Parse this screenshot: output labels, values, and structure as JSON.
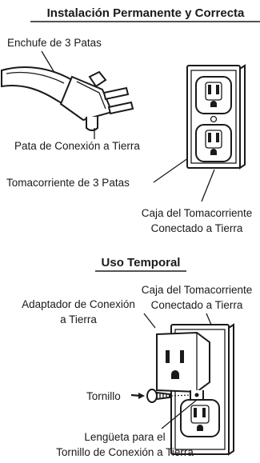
{
  "sections": {
    "permanent": {
      "title": "Instalación Permanente y Correcta",
      "labels": {
        "plug": "Enchufe de 3 Patas",
        "ground_pin": "Pata de Conexión a Tierra",
        "outlet": "Tomacorriente de 3 Patas",
        "box_line1": "Caja del Tomacorriente",
        "box_line2": "Conectado a Tierra"
      }
    },
    "temporary": {
      "title": "Uso Temporal",
      "labels": {
        "box_line1": "Caja del Tomacorriente",
        "box_line2": "Conectado a Tierra",
        "adapter_line1": "Adaptador de Conexión",
        "adapter_line2": "a Tierra",
        "screw": "Tornillo",
        "tab_line1": "Lengüeta para el",
        "tab_line2": "Tornillo de Conexión a Tierra"
      }
    }
  }
}
